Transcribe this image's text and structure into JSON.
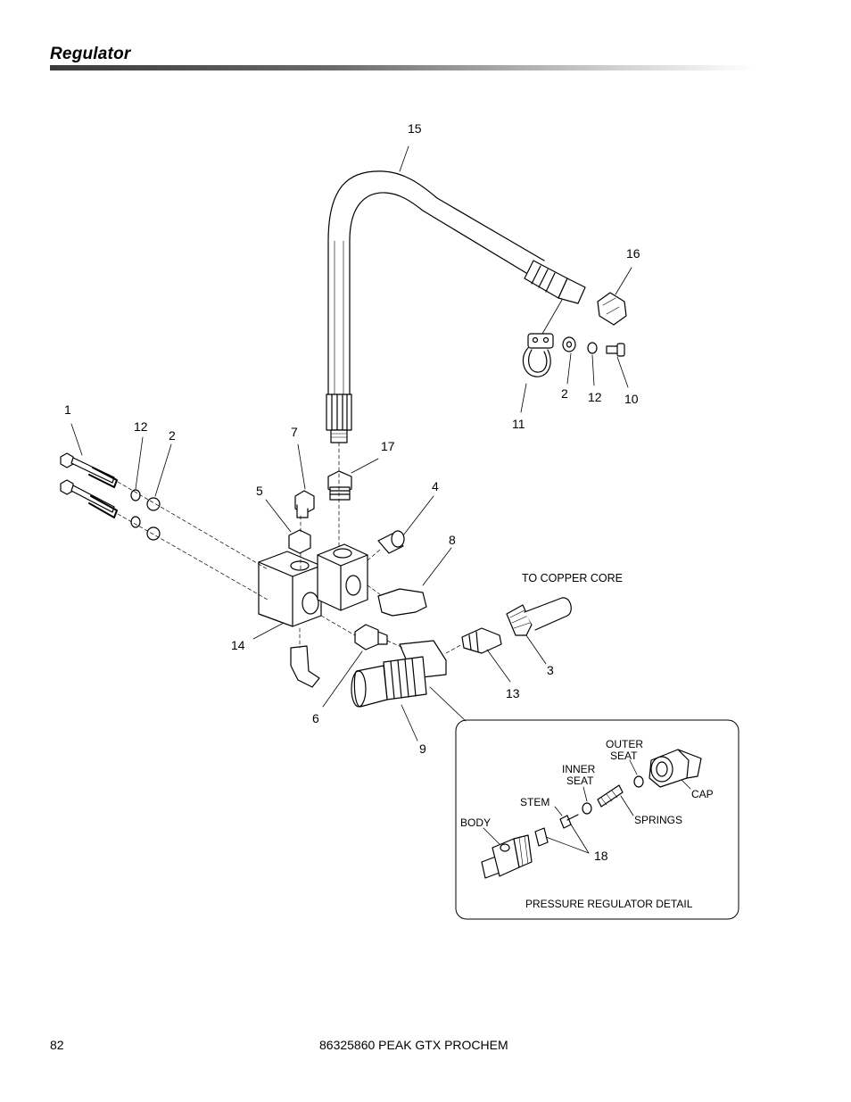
{
  "header": {
    "title": "Regulator"
  },
  "labels": {
    "l1": "1",
    "l2a": "2",
    "l2b": "2",
    "l3": "3",
    "l4": "4",
    "l5": "5",
    "l6": "6",
    "l7": "7",
    "l8": "8",
    "l9": "9",
    "l10": "10",
    "l11": "11",
    "l12a": "12",
    "l12b": "12",
    "l13": "13",
    "l14": "14",
    "l15": "15",
    "l16": "16",
    "l17": "17",
    "l18": "18"
  },
  "callouts": {
    "to_copper_core": "TO COPPER CORE"
  },
  "detail": {
    "outer_seat_1": "OUTER",
    "outer_seat_2": "SEAT",
    "inner_seat_1": "INNER",
    "inner_seat_2": "SEAT",
    "stem": "STEM",
    "body": "BODY",
    "cap": "CAP",
    "springs": "SPRINGS",
    "caption": "PRESSURE REGULATOR DETAIL"
  },
  "footer": {
    "page_number": "82",
    "document": "86325860 PEAK GTX PROCHEM"
  }
}
